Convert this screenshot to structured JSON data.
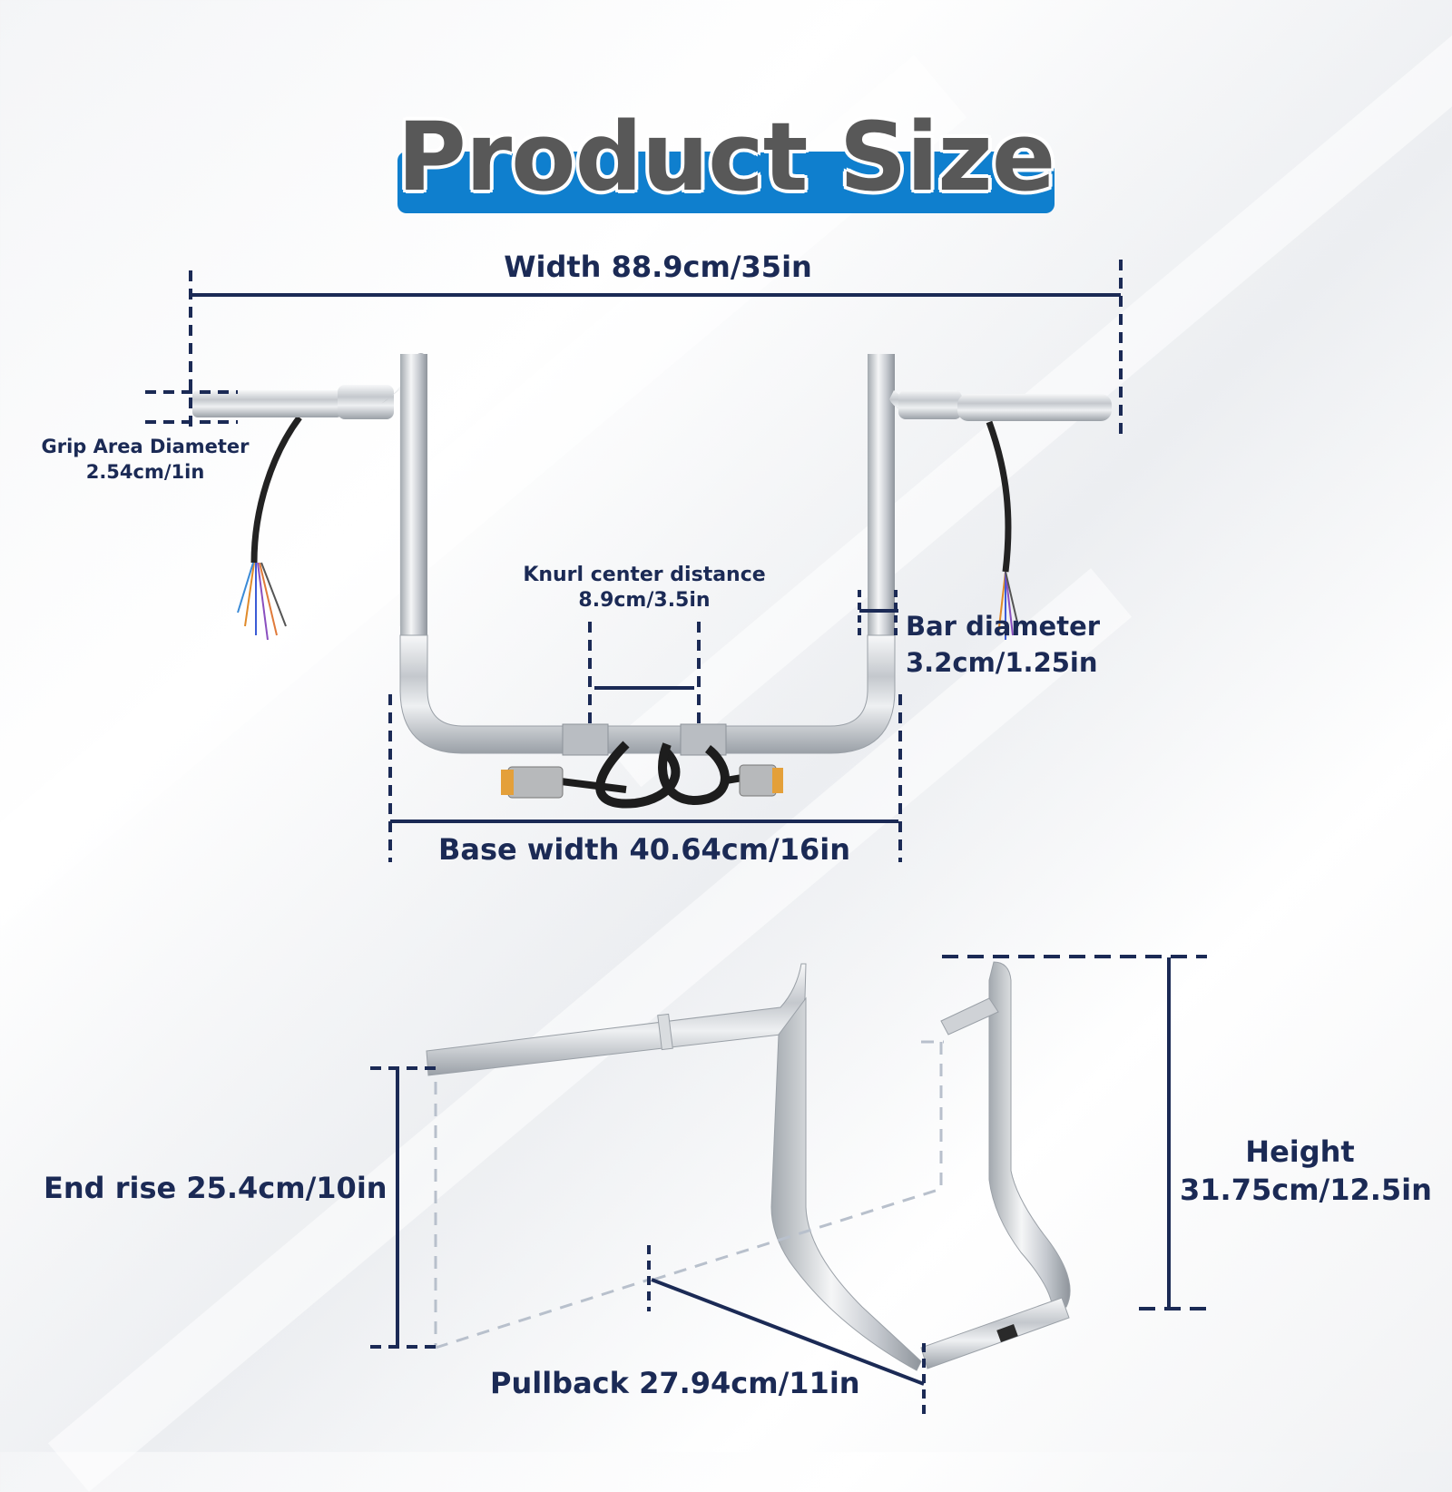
{
  "title": "Product Size",
  "labels": {
    "width": "Width 88.9cm/35in",
    "grip_line1": "Grip Area Diameter",
    "grip_line2": "2.54cm/1in",
    "knurl_line1": "Knurl center distance",
    "knurl_line2": "8.9cm/3.5in",
    "bar_line1": "Bar diameter",
    "bar_line2": "3.2cm/1.25in",
    "base_width": "Base width 40.64cm/16in",
    "end_rise": "End rise 25.4cm/10in",
    "height_line1": "Height",
    "height_line2": "31.75cm/12.5in",
    "pullback": "Pullback 27.94cm/11in"
  },
  "colors": {
    "accent": "#0f7fce",
    "dimension_line": "#1b2a55",
    "title_text": "#585858",
    "chrome": "#c9cdd2"
  }
}
